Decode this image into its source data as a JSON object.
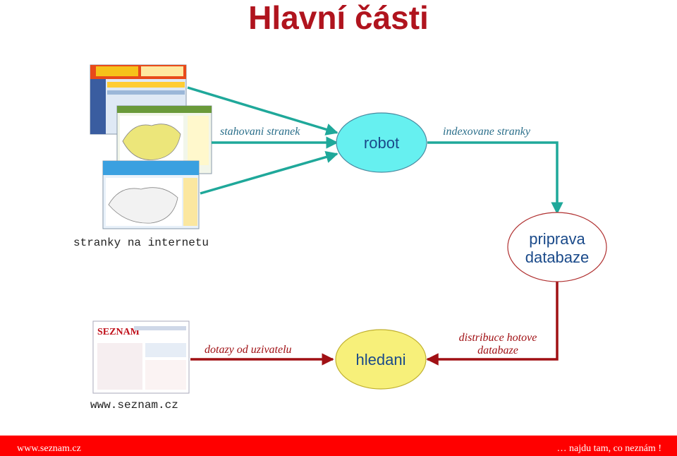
{
  "title": "Hlavní části",
  "labels": {
    "stahovani": "stahovani stranek",
    "indexovane": "indexovane stranky",
    "stranky_internetu": "stranky na internetu",
    "dotazy": "dotazy od uzivatelu",
    "distribuce_line1": "distribuce hotove",
    "distribuce_line2": "databaze",
    "seznam_url": "www.seznam.cz"
  },
  "nodes": {
    "robot": "robot",
    "priprava_line1": "priprava",
    "priprava_line2": "databaze",
    "hledani": "hledani"
  },
  "footer": {
    "left": "www.seznam.cz",
    "right": "… najdu tam, co neznám !"
  },
  "colors": {
    "title": "#b0141e",
    "robot_fill": "#66f0f0",
    "hledani_fill": "#f7f07a",
    "priprava_fill": "#ffffff",
    "arrow_teal": "#1fa89a",
    "arrow_red": "#a01014",
    "label_teal": "#2a6e8a",
    "label_red": "#a01014",
    "footer_bg": "#ff0000"
  }
}
